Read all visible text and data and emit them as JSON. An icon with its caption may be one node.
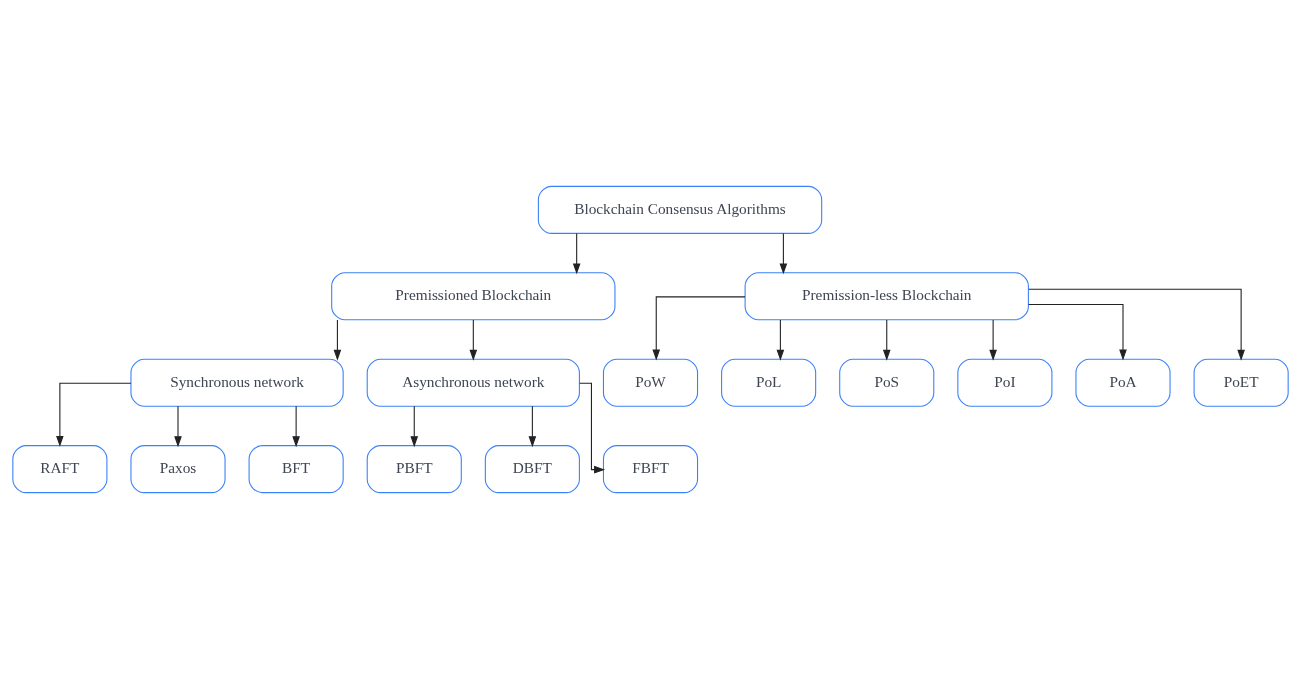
{
  "diagram": {
    "nodes": [
      {
        "text": [
          "Blockchain Consensus Algorithms"
        ]
      },
      {
        "text": [
          "Premissioned Blockchain"
        ]
      },
      {
        "text": [
          "Premission-less Blockchain"
        ]
      },
      {
        "text": [
          "Synchronous network"
        ]
      },
      {
        "text": [
          "Asynchronous network"
        ]
      },
      {
        "text": [
          "RAFT"
        ]
      },
      {
        "text": [
          "Paxos"
        ]
      },
      {
        "text": [
          "BFT"
        ]
      },
      {
        "text": [
          "PBFT"
        ]
      },
      {
        "text": [
          "DBFT"
        ]
      },
      {
        "text": [
          "FBFT"
        ]
      },
      {
        "text": [
          "PoW"
        ]
      },
      {
        "text": [
          "PoL"
        ]
      },
      {
        "text": [
          "PoS"
        ]
      },
      {
        "text": [
          "PoI"
        ]
      },
      {
        "text": [
          "PoA"
        ]
      },
      {
        "text": [
          "PoET"
        ]
      }
    ],
    "edges": [
      {
        "from": 0,
        "to": 1,
        "arrow": "to"
      },
      {
        "from": 0,
        "to": 2,
        "arrow": "to"
      },
      {
        "from": 1,
        "to": 3,
        "arrow": "to"
      },
      {
        "from": 1,
        "to": 4,
        "arrow": "to"
      },
      {
        "from": 3,
        "to": 5,
        "arrow": "to"
      },
      {
        "from": 3,
        "to": 6,
        "arrow": "to"
      },
      {
        "from": 3,
        "to": 7,
        "arrow": "to"
      },
      {
        "from": 4,
        "to": 8,
        "arrow": "to"
      },
      {
        "from": 4,
        "to": 9,
        "arrow": "to"
      },
      {
        "from": 4,
        "to": 10,
        "arrow": "to"
      },
      {
        "from": 2,
        "to": 11,
        "arrow": "to"
      },
      {
        "from": 2,
        "to": 12,
        "arrow": "to"
      },
      {
        "from": 2,
        "to": 13,
        "arrow": "to"
      },
      {
        "from": 2,
        "to": 14,
        "arrow": "to"
      },
      {
        "from": 2,
        "to": 15,
        "arrow": "to"
      },
      {
        "from": 2,
        "to": 16,
        "arrow": "to"
      }
    ]
  }
}
